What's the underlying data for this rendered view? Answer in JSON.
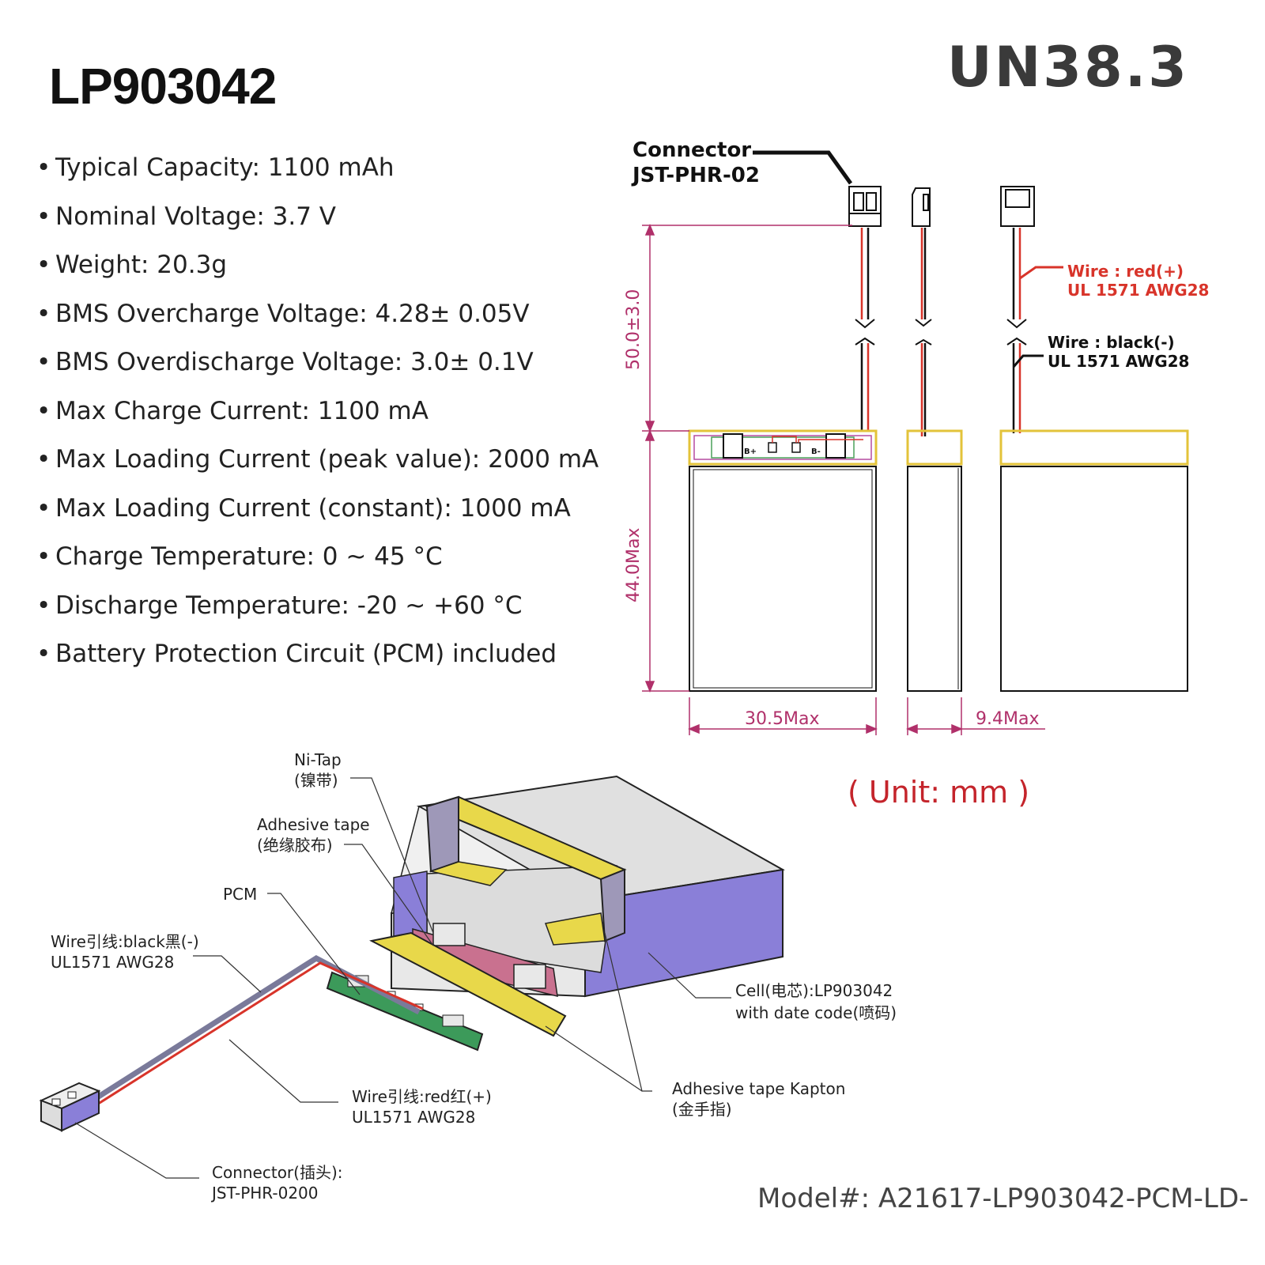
{
  "title": "LP903042",
  "certification": "UN38.3",
  "specs": [
    "Typical Capacity: 1100 mAh",
    "Nominal Voltage: 3.7 V",
    "Weight: 20.3g",
    "BMS Overcharge Voltage: 4.28± 0.05V",
    "BMS Overdischarge Voltage: 3.0± 0.1V",
    "Max Charge Current: 1100 mA",
    "Max Loading Current (peak value): 2000 mA",
    "Max Loading Current (constant): 1000 mA",
    "Charge Temperature: 0 ~ 45 °C",
    "Discharge Temperature: -20 ~ +60 °C",
    "Battery Protection Circuit (PCM) included"
  ],
  "drawing": {
    "connector_label": [
      "Connector",
      "JST-PHR-02"
    ],
    "wire_red": [
      "Wire : red(+)",
      "UL 1571 AWG28"
    ],
    "wire_black": [
      "Wire : black(-)",
      "UL 1571 AWG28"
    ],
    "dim_wire": "50.0±3.0",
    "dim_height": "44.0Max",
    "dim_width": "30.5Max",
    "dim_thickness": "9.4Max",
    "pcm_pads": [
      "B+",
      "B-"
    ]
  },
  "unit_note": "( Unit: mm )",
  "exploded": {
    "ni_tap": [
      "Ni-Tap",
      "(镍带)"
    ],
    "adhesive_tape": [
      "Adhesive tape",
      "(绝缘胶布)"
    ],
    "pcm": "PCM",
    "wire_black": [
      "Wire引线:black黑(-)",
      "UL1571 AWG28"
    ],
    "cell": [
      "Cell(电芯):LP903042",
      "with date code(喷码)"
    ],
    "kapton": [
      "Adhesive tape Kapton",
      "(金手指)"
    ],
    "wire_red": [
      "Wire引线:red红(+)",
      "UL1571 AWG28"
    ],
    "connector": [
      "Connector(插头):",
      "JST-PHR-0200"
    ]
  },
  "model": "Model#: A21617-LP903042-PCM-LD-",
  "colors": {
    "dimension": "#b0306a",
    "red_wire": "#d8342a",
    "tape": "#e8d84a",
    "cell_side": "#8a7fd8",
    "pcm": "#3c9a5a",
    "unit_text": "#c4242b"
  }
}
